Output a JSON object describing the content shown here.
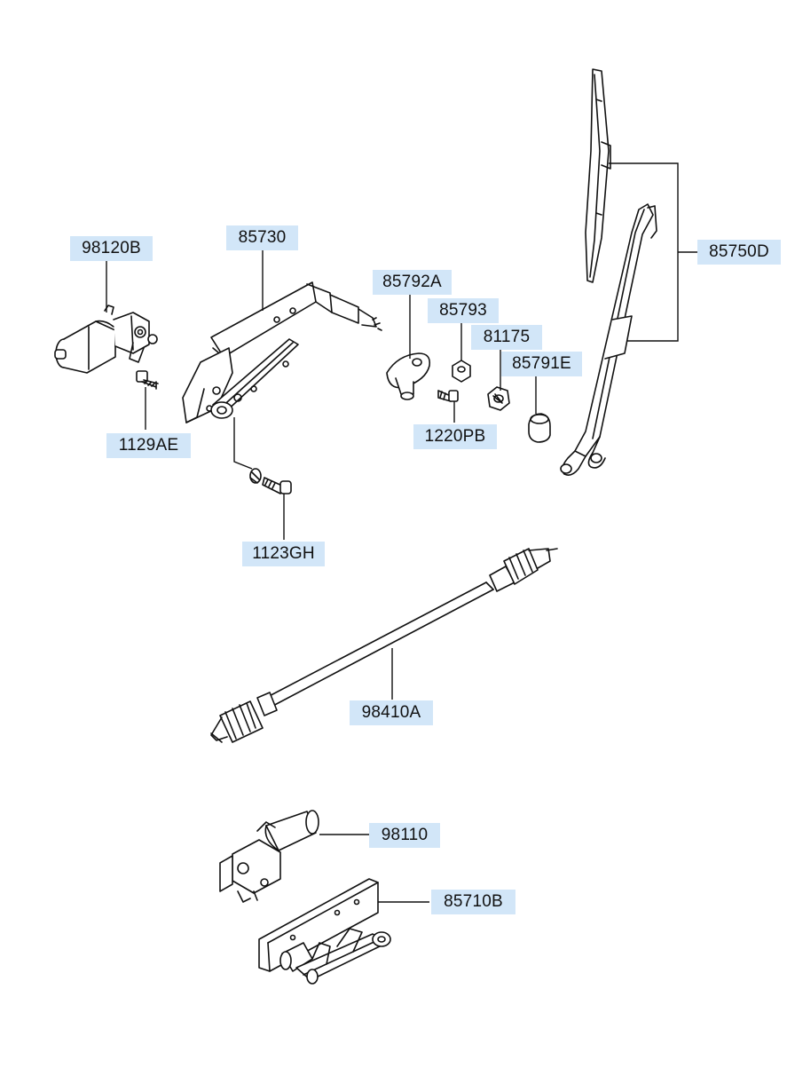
{
  "parts": {
    "motor_rear": "98120B",
    "bolt_motor": "1129AE",
    "linkage_bracket": "85730",
    "bolt_linkage": "1123GH",
    "pivot_cap": "85792A",
    "washer": "85793",
    "nut": "81175",
    "cap_arm": "85791E",
    "screw": "1220PB",
    "wiper_arm_blade": "85750D",
    "cable": "98410A",
    "motor_front": "98110",
    "linkage_front": "85710B"
  },
  "colors": {
    "label_bg": "#d2e6f8",
    "line": "#111111",
    "background": "#ffffff"
  }
}
